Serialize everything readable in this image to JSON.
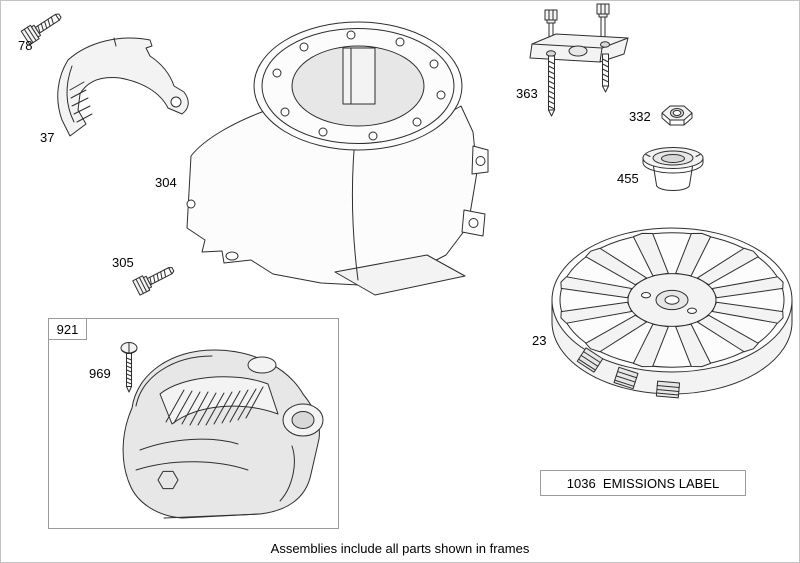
{
  "diagram": {
    "footer_note": "Assemblies include all parts shown in frames",
    "callouts": {
      "part_78": "78",
      "part_37": "37",
      "part_304": "304",
      "part_305": "305",
      "part_969": "969",
      "part_363": "363",
      "part_332": "332",
      "part_455": "455",
      "part_23": "23"
    },
    "frames": {
      "assembly_921": {
        "label": "921"
      },
      "emissions": {
        "label": "1036  EMISSIONS LABEL"
      }
    },
    "colors": {
      "background": "#ffffff",
      "line_color": "#2e2e2e",
      "frame_border": "#9b9b9b"
    }
  }
}
